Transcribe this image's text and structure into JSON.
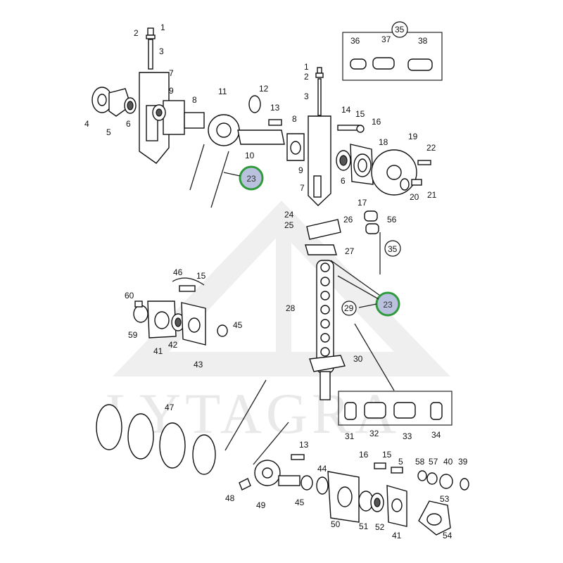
{
  "watermark": "LYTAGRA",
  "highlight_label": "23",
  "labels": {
    "l1": "1",
    "l2": "2",
    "l3": "3",
    "l4": "4",
    "l5": "5",
    "l6": "6",
    "l7": "7",
    "l8": "8",
    "l9": "9",
    "l10": "10",
    "l11": "11",
    "l12": "12",
    "l13": "13",
    "l14": "14",
    "l15": "15",
    "l16": "16",
    "l17": "17",
    "l18": "18",
    "l19": "19",
    "l20": "20",
    "l21": "21",
    "l22": "22",
    "l24": "24",
    "l25": "25",
    "l26": "26",
    "l27": "27",
    "l28": "28",
    "l29": "29",
    "l30": "30",
    "l31": "31",
    "l32": "32",
    "l33": "33",
    "l34": "34",
    "l35": "35",
    "l36": "36",
    "l37": "37",
    "l38": "38",
    "l40": "40",
    "l41": "41",
    "l42": "42",
    "l43": "43",
    "l44": "44",
    "l45": "45",
    "l46": "46",
    "l47": "47",
    "l48": "48",
    "l49": "49",
    "l50": "50",
    "l51": "51",
    "l52": "52",
    "l53": "53",
    "l54": "54",
    "l56": "56",
    "l57": "57",
    "l58": "58",
    "l59": "59",
    "l60": "60",
    "l39": "39"
  },
  "colors": {
    "highlight_fill": "#b9c1de",
    "highlight_ring": "#2f9a3c",
    "watermark": "#e9e9e9"
  }
}
